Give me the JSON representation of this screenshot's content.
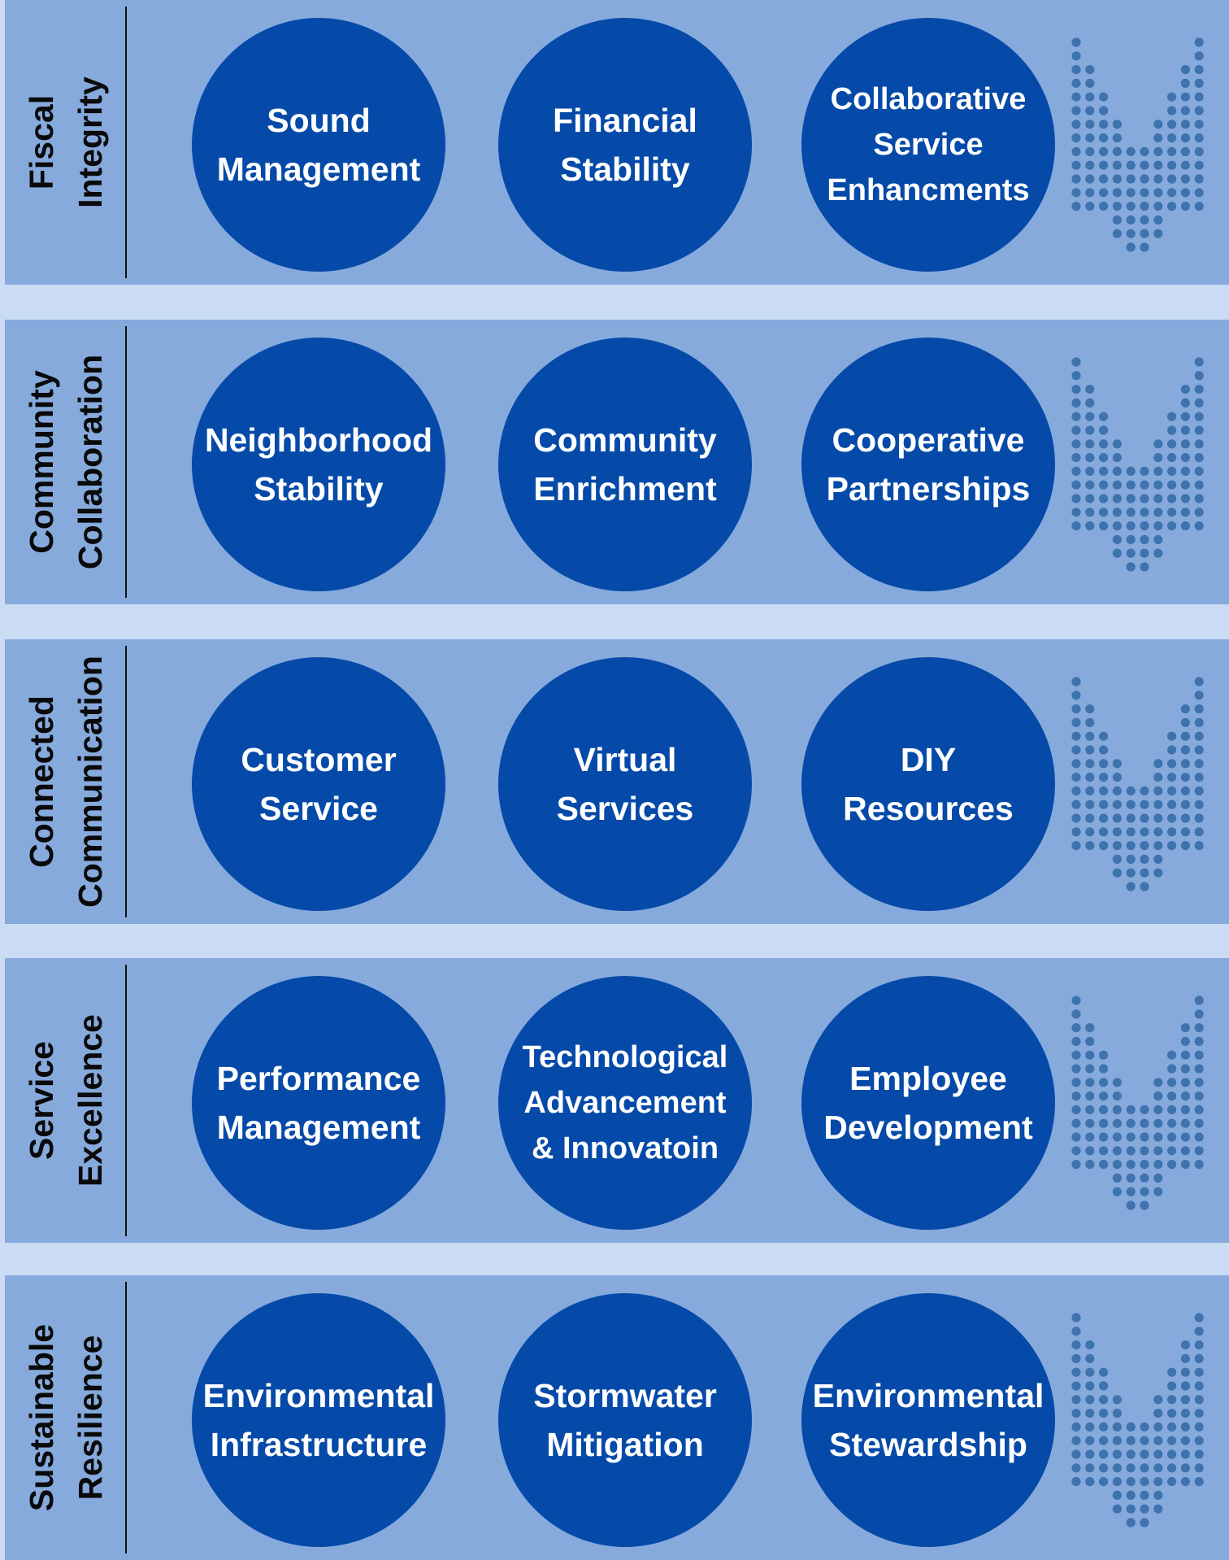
{
  "colors": {
    "background": "#cadcf4",
    "band": "#87aadd",
    "circle": "#054aa8",
    "circle_text": "#ffffff",
    "label_text": "#0a0a0a",
    "dots": "#3e73ad"
  },
  "rows": [
    {
      "label_line1": "Fiscal",
      "label_line2": "Integrity",
      "items": [
        "Sound\nManagement",
        "Financial\nStability",
        "Collaborative\nService\nEnhancments"
      ]
    },
    {
      "label_line1": "Community",
      "label_line2": "Collaboration",
      "items": [
        "Neighborhood\nStability",
        "Community\nEnrichment",
        "Cooperative\nPartnerships"
      ]
    },
    {
      "label_line1": "Connected",
      "label_line2": "Communication",
      "items": [
        "Customer\nService",
        "Virtual\nServices",
        "DIY\nResources"
      ]
    },
    {
      "label_line1": "Service",
      "label_line2": "Excellence",
      "items": [
        "Performance\nManagement",
        "Technological\nAdvancement\n& Innovatoin",
        "Employee\nDevelopment"
      ]
    },
    {
      "label_line1": "Sustainable",
      "label_line2": "Resilience",
      "items": [
        "Environmental\nInfrastructure",
        "Stormwater\nMitigation",
        "Environmental\nStewardship"
      ]
    }
  ]
}
